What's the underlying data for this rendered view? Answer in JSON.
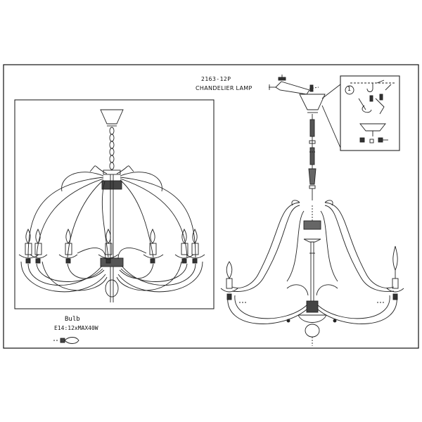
{
  "product": {
    "model": "2163-12P",
    "name": "CHANDELIER LAMP"
  },
  "bulb": {
    "heading": "Bulb",
    "spec": "E14:12xMAX40W"
  },
  "detail_callout": {
    "step": "1"
  },
  "colors": {
    "line": "#222222",
    "background": "#ffffff"
  },
  "icons": [
    "bulb-icon",
    "hook-icon",
    "screw-icon",
    "wire-connector-icon"
  ]
}
